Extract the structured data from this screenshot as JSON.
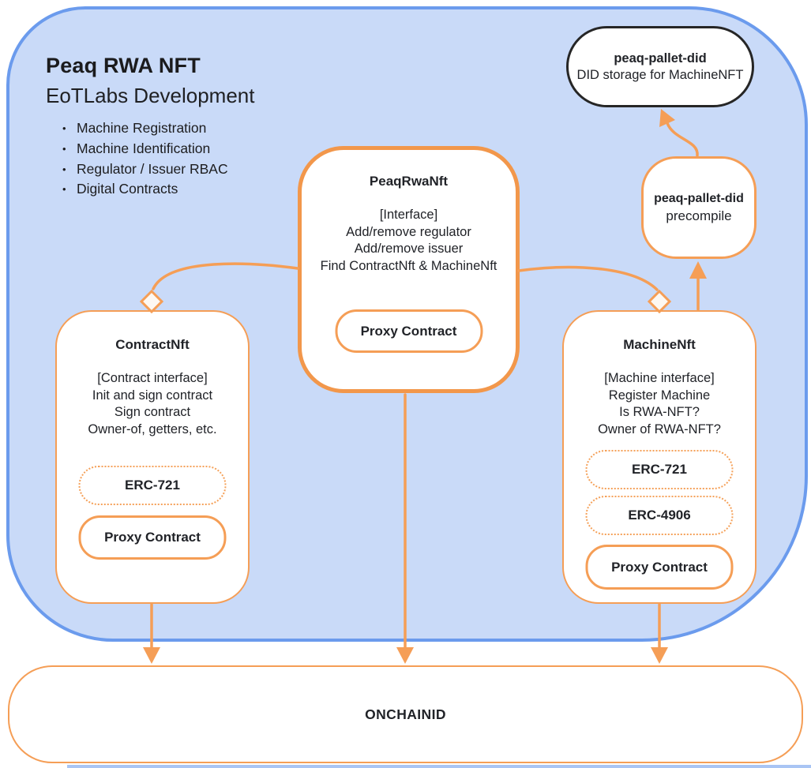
{
  "header": {
    "title": "Peaq RWA NFT",
    "subtitle": "EoTLabs Development",
    "bullets": [
      "Machine Registration",
      "Machine Identification",
      "Regulator / Issuer RBAC",
      "Digital Contracts"
    ]
  },
  "nodes": {
    "did_storage": {
      "title": "peaq-pallet-did",
      "subtitle": "DID storage for MachineNFT"
    },
    "precompile": {
      "title": "peaq-pallet-did",
      "subtitle": "precompile"
    },
    "peaq_rwa_nft": {
      "title": "PeaqRwaNft",
      "lines": [
        "[Interface]",
        "Add/remove regulator",
        "Add/remove issuer",
        "Find ContractNft & MachineNft"
      ],
      "proxy_label": "Proxy Contract"
    },
    "contract_nft": {
      "title": "ContractNft",
      "lines": [
        "[Contract interface]",
        "Init and sign contract",
        "Sign contract",
        "Owner-of, getters, etc."
      ],
      "erc721_label": "ERC-721",
      "proxy_label": "Proxy Contract"
    },
    "machine_nft": {
      "title": "MachineNft",
      "lines": [
        "[Machine interface]",
        "Register Machine",
        "Is RWA-NFT?",
        "Owner of RWA-NFT?"
      ],
      "erc721_label": "ERC-721",
      "erc4906_label": "ERC-4906",
      "proxy_label": "Proxy Contract"
    },
    "onchainid": {
      "title": "ONCHAINID"
    }
  },
  "colors": {
    "container_fill": "#c9daf8",
    "container_border": "#6b9bed",
    "accent_orange": "#f59e56",
    "thick_orange": "#f2974b",
    "black_outline": "#262626",
    "text": "#212328"
  }
}
